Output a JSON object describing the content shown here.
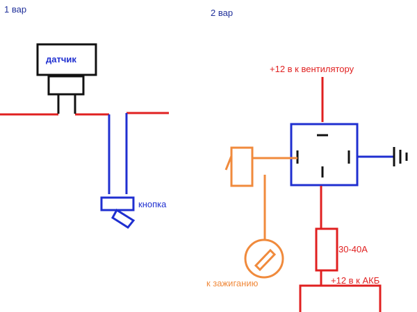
{
  "variant1": {
    "title": "1 вар",
    "sensor_label": "датчик",
    "button_label": "кнопка"
  },
  "variant2": {
    "title": "2 вар",
    "fan_label": "+12 в к вентилятору",
    "fuse_label": "30-40А",
    "battery_label": "+12 в к АКБ",
    "ignition_label": "к зажиганию"
  },
  "colors": {
    "red": "#e02020",
    "blue": "#1f2fd0",
    "orange": "#f08a3c",
    "black": "#111111",
    "title_blue": "#20309a"
  }
}
